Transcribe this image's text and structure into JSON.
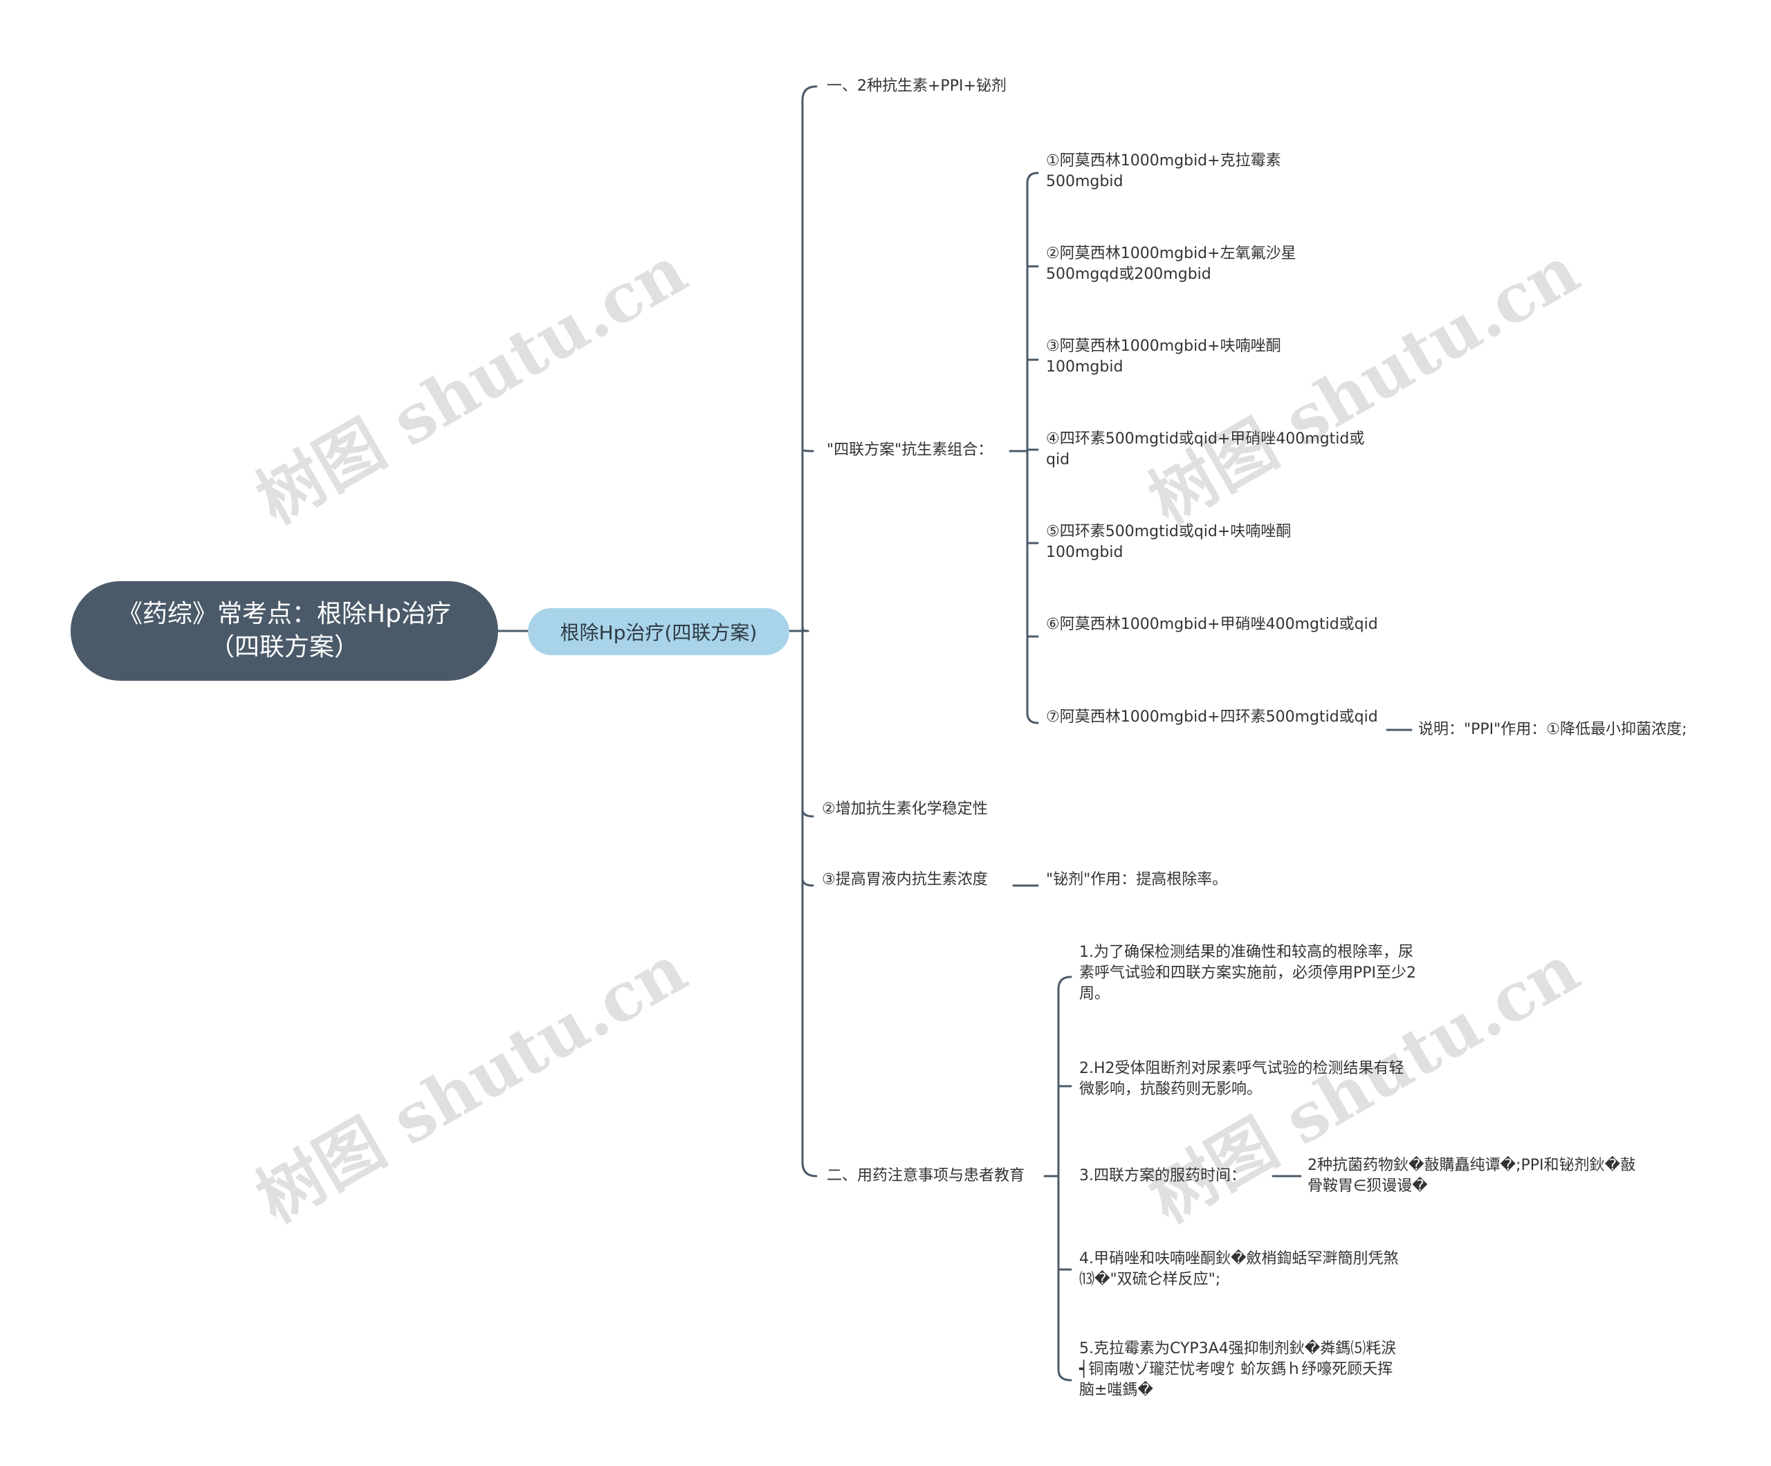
{
  "root": {
    "title": "《药综》常考点：根除Hp治疗（四联方案）"
  },
  "main": {
    "label": "根除Hp治疗(四联方案)"
  },
  "branches": {
    "b1": "一、2种抗生素+PPI+铋剂",
    "b2": "\"四联方案\"抗生素组合：",
    "combos": [
      "①阿莫西林1000mgbid+克拉霉素500mgbid",
      "②阿莫西林1000mgbid+左氧氟沙星500mgqd或200mgbid",
      "③阿莫西林1000mgbid+呋喃唑酮100mgbid",
      "④四环素500mgtid或qid+甲硝唑400mgtid或qid",
      "⑤四环素500mgtid或qid+呋喃唑酮100mgbid",
      "⑥阿莫西林1000mgbid+甲硝唑400mgtid或qid",
      "⑦阿莫西林1000mgbid+四环素500mgtid或qid"
    ],
    "ppi_note": "说明：\"PPI\"作用：①降低最小抑菌浓度;",
    "b3": "②增加抗生素化学稳定性",
    "b4": "③提高胃液内抗生素浓度",
    "bismuth_note": "\"铋剂\"作用：提高根除率。",
    "b5": "二、用药注意事项与患者教育",
    "notes": [
      "1.为了确保检测结果的准确性和较高的根除率，尿素呼气试验和四联方案实施前，必须停用PPI至少2周。",
      "2.H2受体阻断剂对尿素呼气试验的检测结果有轻微影响，抗酸药则无影响。",
      "3.四联方案的服药时间：",
      "4.甲硝唑和呋喃唑酮鈥�斂梢鍧蛞罕溿簡刖凭煞⒀�\"双硫仑样反应\";",
      "5.克拉霉素为CYP3A4强抑制剂鈥�粦鎷⑸粍涙┥铜南嗷ゾ瓏茫忧考嗖饣蚧灰鎷ｈ纾嚎死顾夭挥脑±嗤鎷�"
    ],
    "timing_note": "2种抗菌药物鈥�敼購矗纯谭�;PPI和铋剂鈥�敼骨鞍胃∈狈谩谩�"
  },
  "watermark": "树图 shutu.cn",
  "colors": {
    "root_bg": "#4b5a69",
    "sub_bg": "#a8d3e8",
    "line": "#4b5a69"
  }
}
